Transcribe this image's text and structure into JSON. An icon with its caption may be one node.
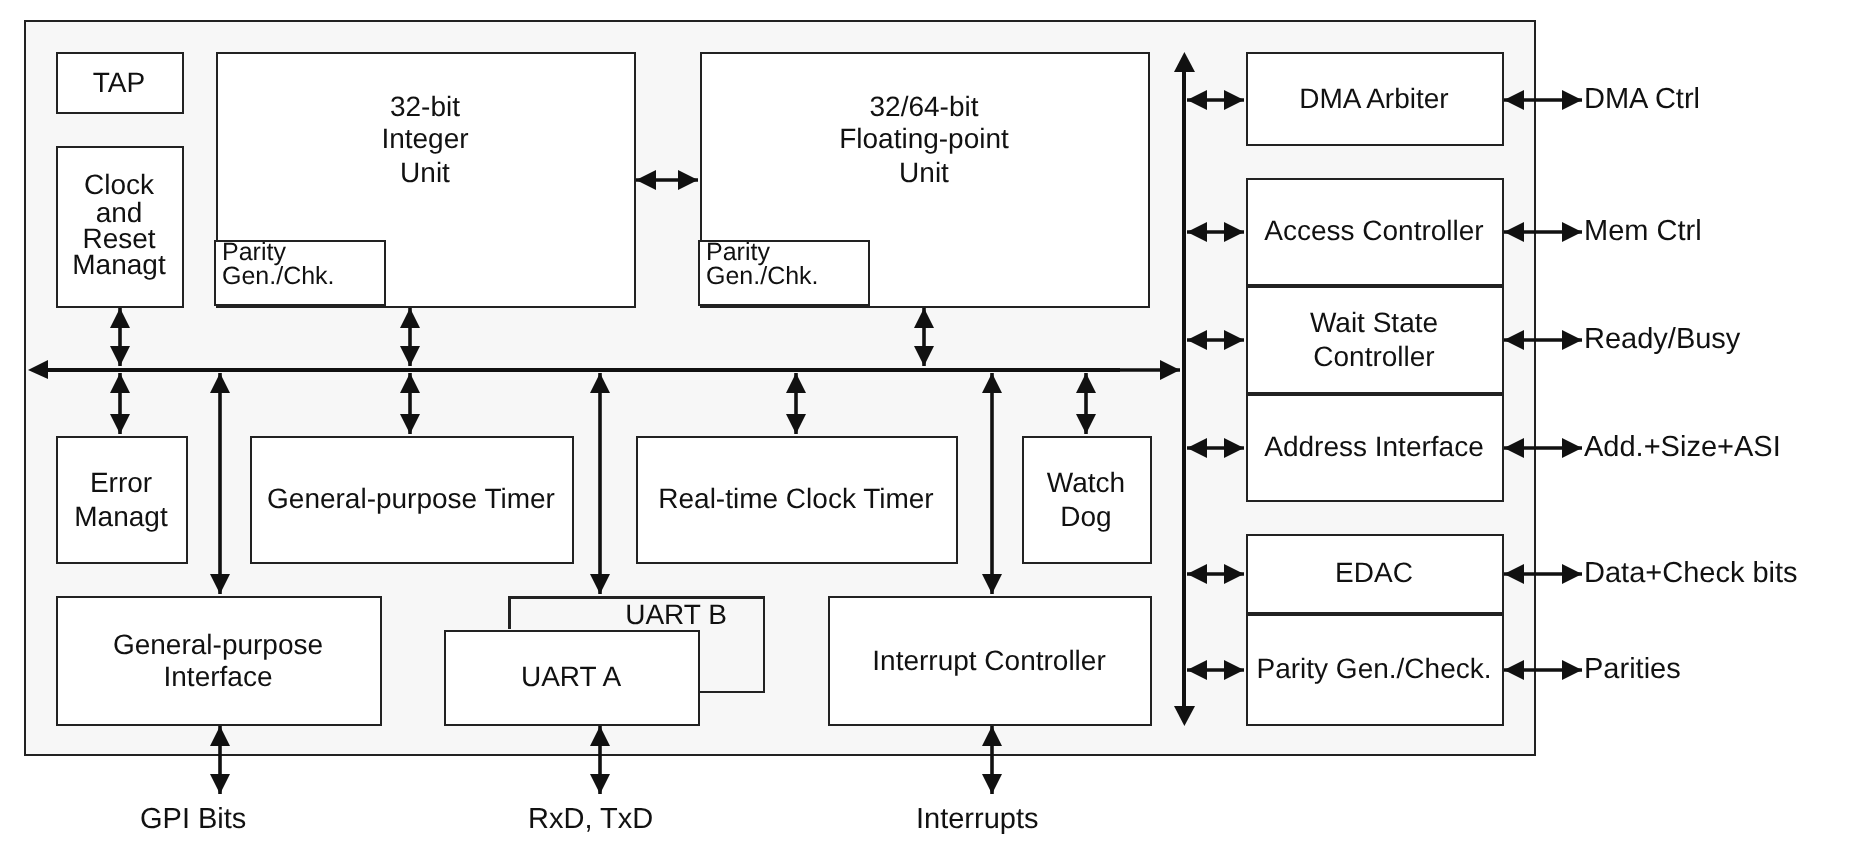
{
  "diagram": {
    "nodes": [
      {
        "text": [],
        "shape": "box"
      },
      {
        "text": [
          "TAP"
        ],
        "in": 0
      },
      {
        "text": [
          "Clock and Reset Managt"
        ],
        "in": 0
      },
      {
        "text": [
          "32-bit Integer Unit"
        ],
        "in": 0
      },
      {
        "text": [
          "Parity Gen./Chk."
        ],
        "in": 3
      },
      {
        "text": [
          "32/64-bit Floating-point Unit"
        ],
        "in": 0
      },
      {
        "text": [
          "Parity Gen./Chk."
        ],
        "in": 5
      },
      {
        "text": [
          "DMA Arbiter"
        ],
        "in": 0
      },
      {
        "text": [
          "Access Controller"
        ],
        "in": 0
      },
      {
        "text": [],
        "shape": "bar",
        "in": 0
      },
      {
        "text": [
          "Wait State Controller"
        ],
        "in": 0
      },
      {
        "text": [],
        "shape": "bar",
        "in": 0
      },
      {
        "text": [
          "Error Managt"
        ],
        "in": 0
      },
      {
        "text": [
          "General-purpose Timer"
        ],
        "in": 0
      },
      {
        "text": [
          "Real-time Clock Timer"
        ],
        "in": 0
      },
      {
        "text": [
          "Watch Dog"
        ],
        "in": 0
      },
      {
        "text": [
          "Address Interface"
        ],
        "in": 0
      },
      {
        "text": [
          "EDAC"
        ],
        "in": 0
      },
      {
        "text": [
          "General-purpose Interface"
        ],
        "in": 0
      },
      {
        "text": [
          "UART B"
        ],
        "in": 0
      },
      {
        "text": [
          "UART A"
        ],
        "in": 0
      },
      {
        "text": [
          "Interrupt Controller"
        ],
        "in": 0
      },
      {
        "text": [
          "Parity Gen./Check."
        ],
        "in": 0
      },
      {
        "text": [
          "DMA Ctrl"
        ]
      },
      {
        "text": [
          "Mem Ctrl"
        ]
      },
      {
        "text": [
          "Ready/Busy"
        ]
      },
      {
        "text": [
          "Add.+Size+ASI"
        ]
      },
      {
        "text": [
          "Data+Check bits"
        ]
      },
      {
        "text": [
          "Parities"
        ]
      },
      {
        "text": [
          "GPI Bits"
        ]
      },
      {
        "text": [
          "RxD, TxD"
        ]
      },
      {
        "text": [
          "Interrupts"
        ]
      }
    ],
    "edges": [
      {
        "from": 3,
        "to": 5,
        "arrow": "both"
      },
      {
        "from": 2,
        "to": 9,
        "arrow": "both"
      },
      {
        "from": 3,
        "to": 9,
        "arrow": "both"
      },
      {
        "from": 5,
        "to": 9,
        "arrow": "both"
      },
      {
        "from": 9,
        "to": 11,
        "arrow": "to"
      },
      {
        "from": 9,
        "to": 12,
        "arrow": "both"
      },
      {
        "from": 9,
        "to": 18,
        "arrow": "both"
      },
      {
        "from": 9,
        "to": 13,
        "arrow": "both"
      },
      {
        "from": 9,
        "to": 19,
        "arrow": "both"
      },
      {
        "from": 9,
        "to": 14,
        "arrow": "both"
      },
      {
        "from": 9,
        "to": 21,
        "arrow": "both"
      },
      {
        "from": 9,
        "to": 15,
        "arrow": "both"
      },
      {
        "from": 11,
        "to": 7,
        "arrow": "both"
      },
      {
        "from": 11,
        "to": 8,
        "arrow": "both"
      },
      {
        "from": 11,
        "to": 10,
        "arrow": "both"
      },
      {
        "from": 11,
        "to": 16,
        "arrow": "both"
      },
      {
        "from": 11,
        "to": 17,
        "arrow": "both"
      },
      {
        "from": 11,
        "to": 22,
        "arrow": "both"
      },
      {
        "from": 7,
        "to": 23,
        "arrow": "both"
      },
      {
        "from": 8,
        "to": 24,
        "arrow": "both"
      },
      {
        "from": 10,
        "to": 25,
        "arrow": "both"
      },
      {
        "from": 16,
        "to": 26,
        "arrow": "both"
      },
      {
        "from": 17,
        "to": 27,
        "arrow": "both"
      },
      {
        "from": 22,
        "to": 28,
        "arrow": "both"
      },
      {
        "from": 18,
        "to": 29,
        "arrow": "both"
      },
      {
        "from": 20,
        "to": 30,
        "arrow": "both"
      },
      {
        "from": 21,
        "to": 31,
        "arrow": "both"
      }
    ]
  }
}
